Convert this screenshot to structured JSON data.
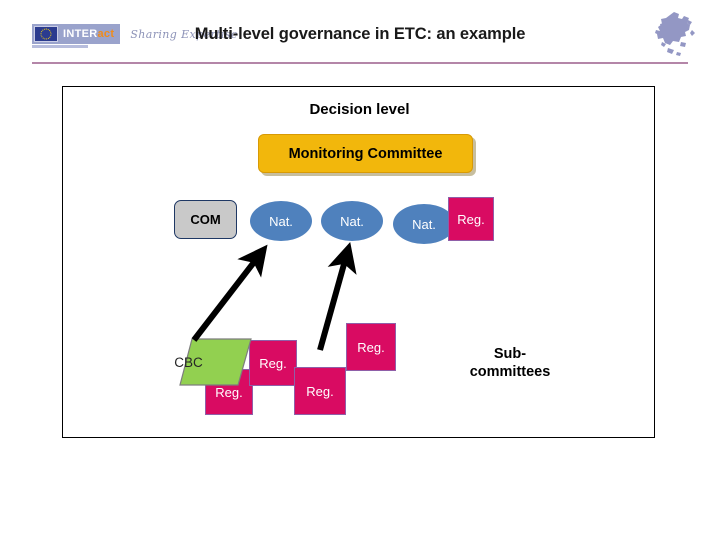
{
  "header": {
    "title": "Multi-level governance in ETC: an example",
    "logo": {
      "name_part1": "INTER",
      "name_part2": "act",
      "tagline": "Sharing Expertise",
      "flag_icon": "eu-flag-icon"
    },
    "decoration_icon": "europe-map-icon"
  },
  "diagram": {
    "section_label": "Decision level",
    "monitoring_committee": "Monitoring Committee",
    "decision_nodes": [
      {
        "label": "COM",
        "type": "rounded-rect",
        "color": "#C9C9C9"
      },
      {
        "label": "Nat.",
        "type": "ellipse",
        "color": "#4F81BD"
      },
      {
        "label": "Nat.",
        "type": "ellipse",
        "color": "#4F81BD"
      },
      {
        "label": "Nat.",
        "type": "ellipse",
        "color": "#4F81BD"
      },
      {
        "label": "Reg.",
        "type": "square",
        "color": "#D90B62"
      }
    ],
    "cbc_group": {
      "label": "CBC",
      "color": "#92D050",
      "regional_nodes": [
        {
          "label": "Reg.",
          "color": "#D90B62"
        },
        {
          "label": "Reg.",
          "color": "#D90B62"
        }
      ]
    },
    "subcommittee_group": {
      "label_line1": "Sub-",
      "label_line2": "committees",
      "regional_nodes": [
        {
          "label": "Reg.",
          "color": "#D90B62"
        },
        {
          "label": "Reg.",
          "color": "#D90B62"
        }
      ]
    },
    "arrows": [
      {
        "name": "cbc-to-national",
        "direction": "up-right"
      },
      {
        "name": "subcommittee-to-national",
        "direction": "up-right"
      }
    ]
  },
  "colors": {
    "accent_yellow": "#F2B70C",
    "accent_blue": "#4F81BD",
    "accent_magenta": "#D90B62",
    "accent_green": "#92D050",
    "accent_grey": "#C9C9C9",
    "header_rule": "#B486A8"
  }
}
